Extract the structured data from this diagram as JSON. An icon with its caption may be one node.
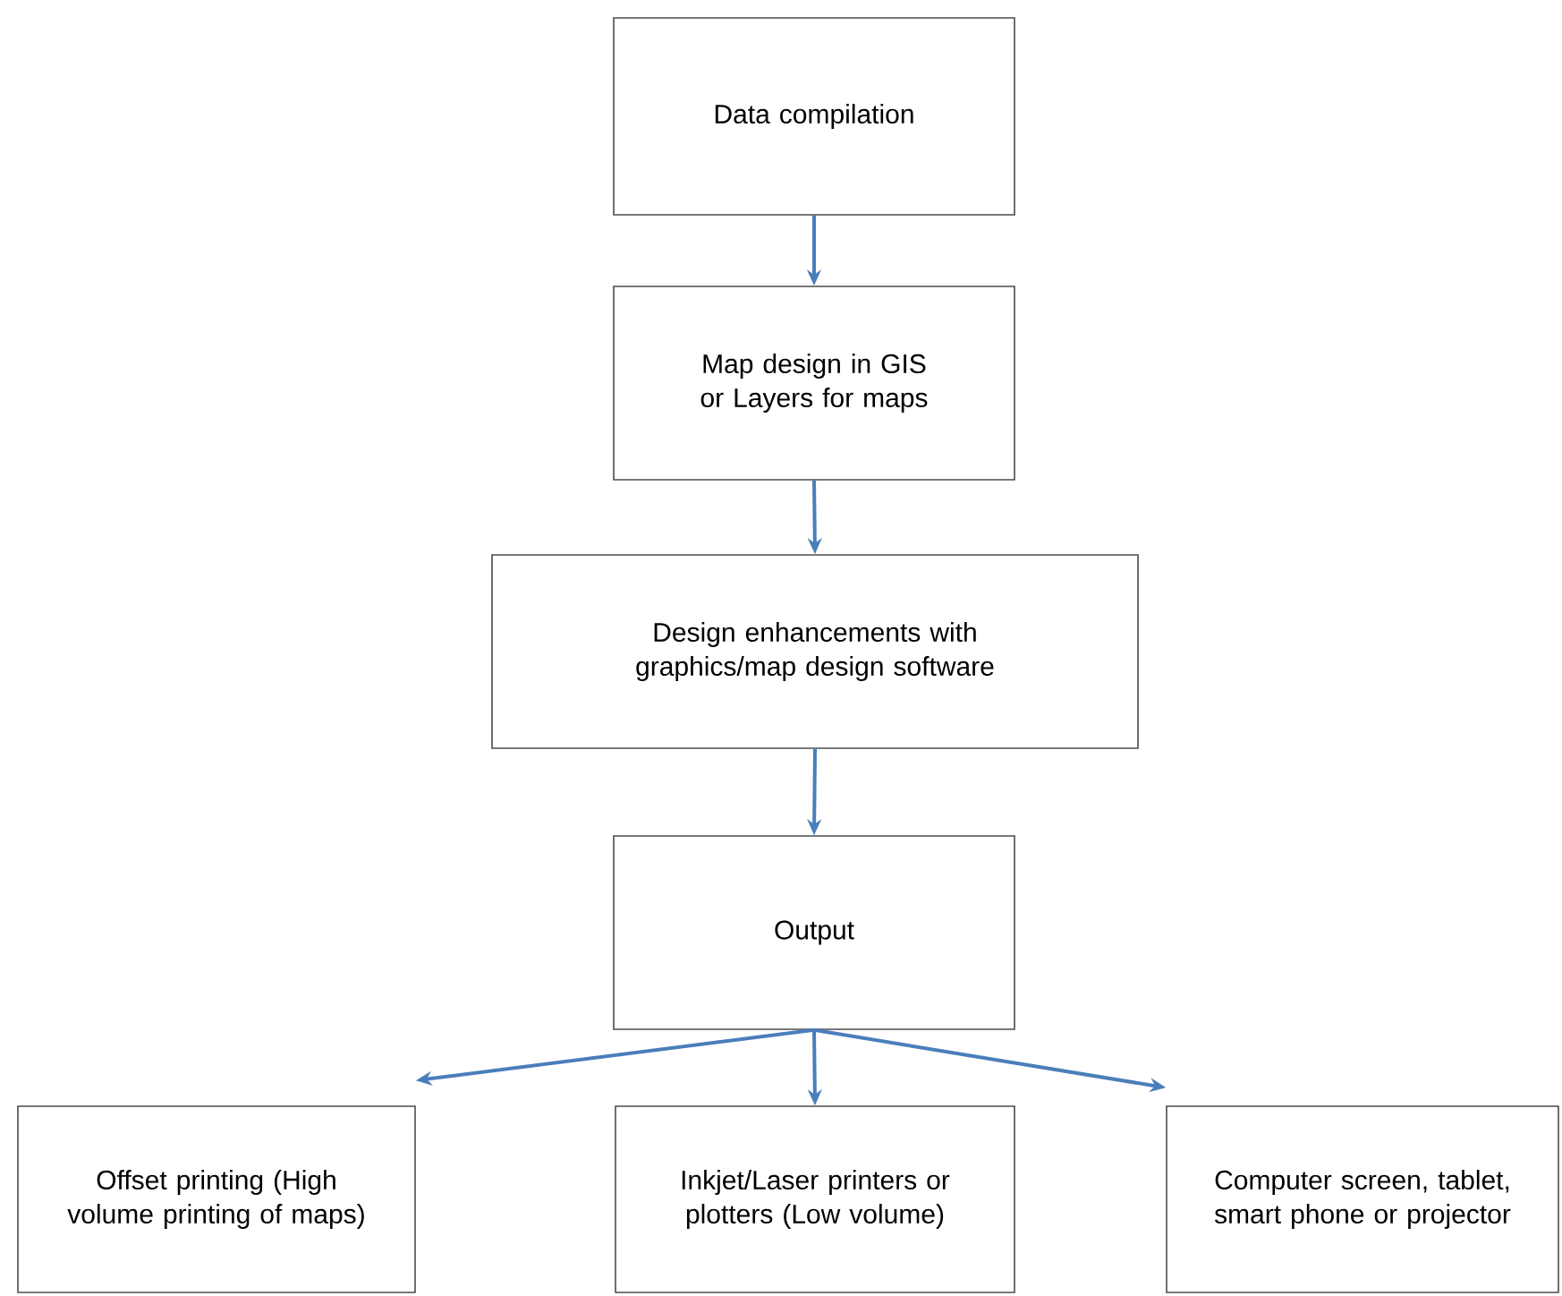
{
  "diagram": {
    "nodes": [
      {
        "text": [
          "Data compilation"
        ]
      },
      {
        "text": [
          "Map design in GIS or Layers for maps"
        ]
      },
      {
        "text": [
          "Design enhancements with graphics/map design software"
        ]
      },
      {
        "text": [
          "Output"
        ]
      },
      {
        "text": [
          "Offset printing (High volume printing of maps)"
        ]
      },
      {
        "text": [
          "Inkjet/Laser printers or plotters (Low volume)"
        ]
      },
      {
        "text": [
          "Computer screen, tablet, smart phone or projector"
        ]
      }
    ],
    "edges": [
      {
        "from": 0,
        "to": 1,
        "arrow": "to"
      },
      {
        "from": 1,
        "to": 2,
        "arrow": "to"
      },
      {
        "from": 2,
        "to": 3,
        "arrow": "to"
      },
      {
        "from": 3,
        "to": 4,
        "arrow": "to"
      },
      {
        "from": 3,
        "to": 5,
        "arrow": "to"
      },
      {
        "from": 3,
        "to": 6,
        "arrow": "to"
      }
    ]
  }
}
